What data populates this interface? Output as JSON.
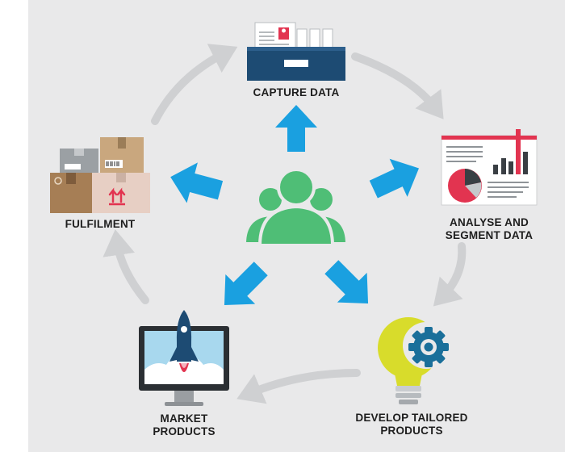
{
  "diagram": {
    "center": {
      "icon": "customer-group-icon"
    },
    "stages": [
      {
        "key": "capture",
        "lines": [
          "CAPTURE DATA"
        ],
        "icon": "filing-drawer-icon"
      },
      {
        "key": "analyse",
        "lines": [
          "ANALYSE AND",
          "SEGMENT DATA"
        ],
        "icon": "report-chart-icon"
      },
      {
        "key": "develop",
        "lines": [
          "DEVELOP TAILORED",
          "PRODUCTS"
        ],
        "icon": "lightbulb-gear-icon"
      },
      {
        "key": "market",
        "lines": [
          "MARKET",
          "PRODUCTS"
        ],
        "icon": "monitor-rocket-icon"
      },
      {
        "key": "fulfil",
        "lines": [
          "FULFILMENT"
        ],
        "icon": "parcel-boxes-icon"
      }
    ],
    "colors": {
      "panel": "#e9e9ea",
      "cycle_arrows": "#cfd0d2",
      "hub_arrows": "#1aa0e0",
      "people": "#4fbe76",
      "accent_red": "#e23450",
      "bulb_yellow": "#d8dc2b",
      "gear_blue": "#1a6f9a"
    }
  }
}
